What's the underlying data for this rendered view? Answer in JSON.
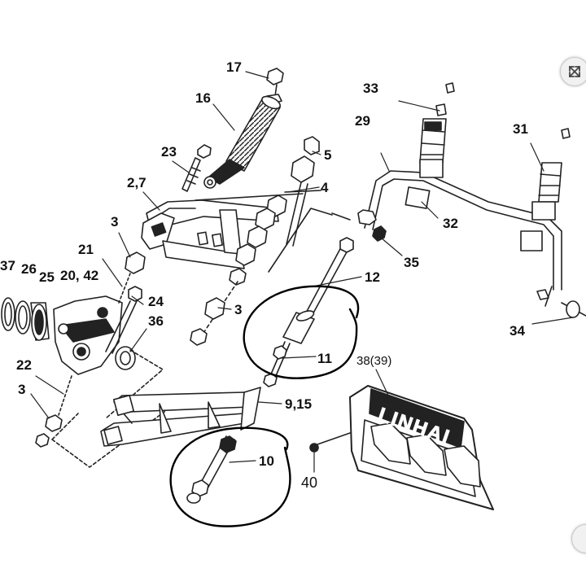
{
  "diagram": {
    "brand_text": "LINHAI",
    "labels": [
      {
        "id": "17",
        "text": "17"
      },
      {
        "id": "16",
        "text": "16"
      },
      {
        "id": "23",
        "text": "23"
      },
      {
        "id": "2_7",
        "text": "2,7"
      },
      {
        "id": "3a",
        "text": "3"
      },
      {
        "id": "21",
        "text": "21"
      },
      {
        "id": "37",
        "text": "37"
      },
      {
        "id": "26",
        "text": "26"
      },
      {
        "id": "25",
        "text": "25"
      },
      {
        "id": "20_42",
        "text": "20, 42"
      },
      {
        "id": "24",
        "text": "24"
      },
      {
        "id": "36",
        "text": "36"
      },
      {
        "id": "22",
        "text": "22"
      },
      {
        "id": "3b",
        "text": "3"
      },
      {
        "id": "5",
        "text": "5"
      },
      {
        "id": "4",
        "text": "4"
      },
      {
        "id": "3c",
        "text": "3"
      },
      {
        "id": "12",
        "text": "12"
      },
      {
        "id": "11",
        "text": "11"
      },
      {
        "id": "9_15",
        "text": "9,15"
      },
      {
        "id": "10",
        "text": "10"
      },
      {
        "id": "33",
        "text": "33"
      },
      {
        "id": "29",
        "text": "29"
      },
      {
        "id": "31",
        "text": "31"
      },
      {
        "id": "32",
        "text": "32"
      },
      {
        "id": "35",
        "text": "35"
      },
      {
        "id": "34",
        "text": "34"
      },
      {
        "id": "38_39",
        "text": "38(39)"
      },
      {
        "id": "40",
        "text": "40"
      }
    ],
    "zoom_icon": "expand-arrows-icon"
  }
}
